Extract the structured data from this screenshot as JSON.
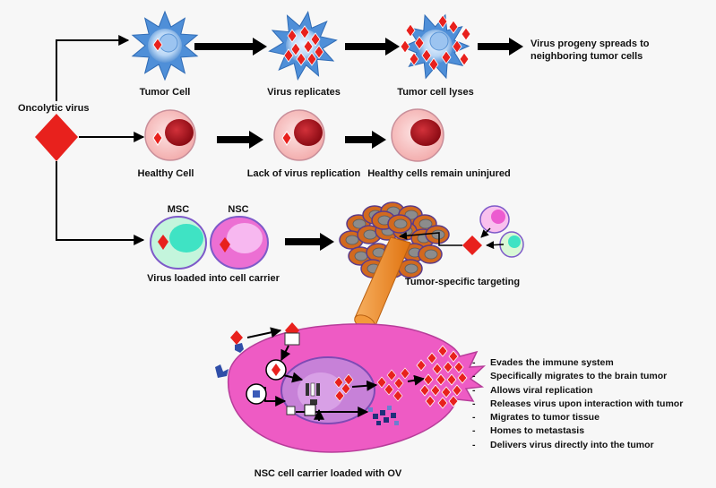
{
  "labels": {
    "oncolytic_virus": "Oncolytic virus",
    "tumor_cell": "Tumor Cell",
    "virus_replicates": "Virus replicates",
    "tumor_cell_lyses": "Tumor cell lyses",
    "progeny_line1": "Virus progeny spreads to",
    "progeny_line2": "neighboring tumor cells",
    "healthy_cell": "Healthy Cell",
    "lack_of_replication": "Lack of virus replication",
    "healthy_uninjured": "Healthy cells remain uninjured",
    "msc": "MSC",
    "nsc": "NSC",
    "virus_loaded": "Virus loaded into cell carrier",
    "tumor_targeting": "Tumor-specific targeting",
    "nsc_carrier": "NSC cell carrier loaded with OV"
  },
  "properties": [
    "Evades the immune system",
    "Specifically migrates to the brain tumor",
    "Allows viral replication",
    "Releases virus upon interaction with tumor",
    "Migrates to tumor tissue",
    "Homes to metastasis",
    "Delivers virus directly into the tumor"
  ],
  "colors": {
    "virus_red": "#e8211d",
    "tumor_blue": "#4f8fd8",
    "healthy_pink": "#f6c4c4",
    "nucleus_red": "#b3121c",
    "msc_teal": "#3fe3c4",
    "nsc_pink": "#ec6fd3",
    "nsc_magenta": "#ee5bc4",
    "tumor_orange": "#d2691e",
    "arrow_black": "#000000"
  }
}
